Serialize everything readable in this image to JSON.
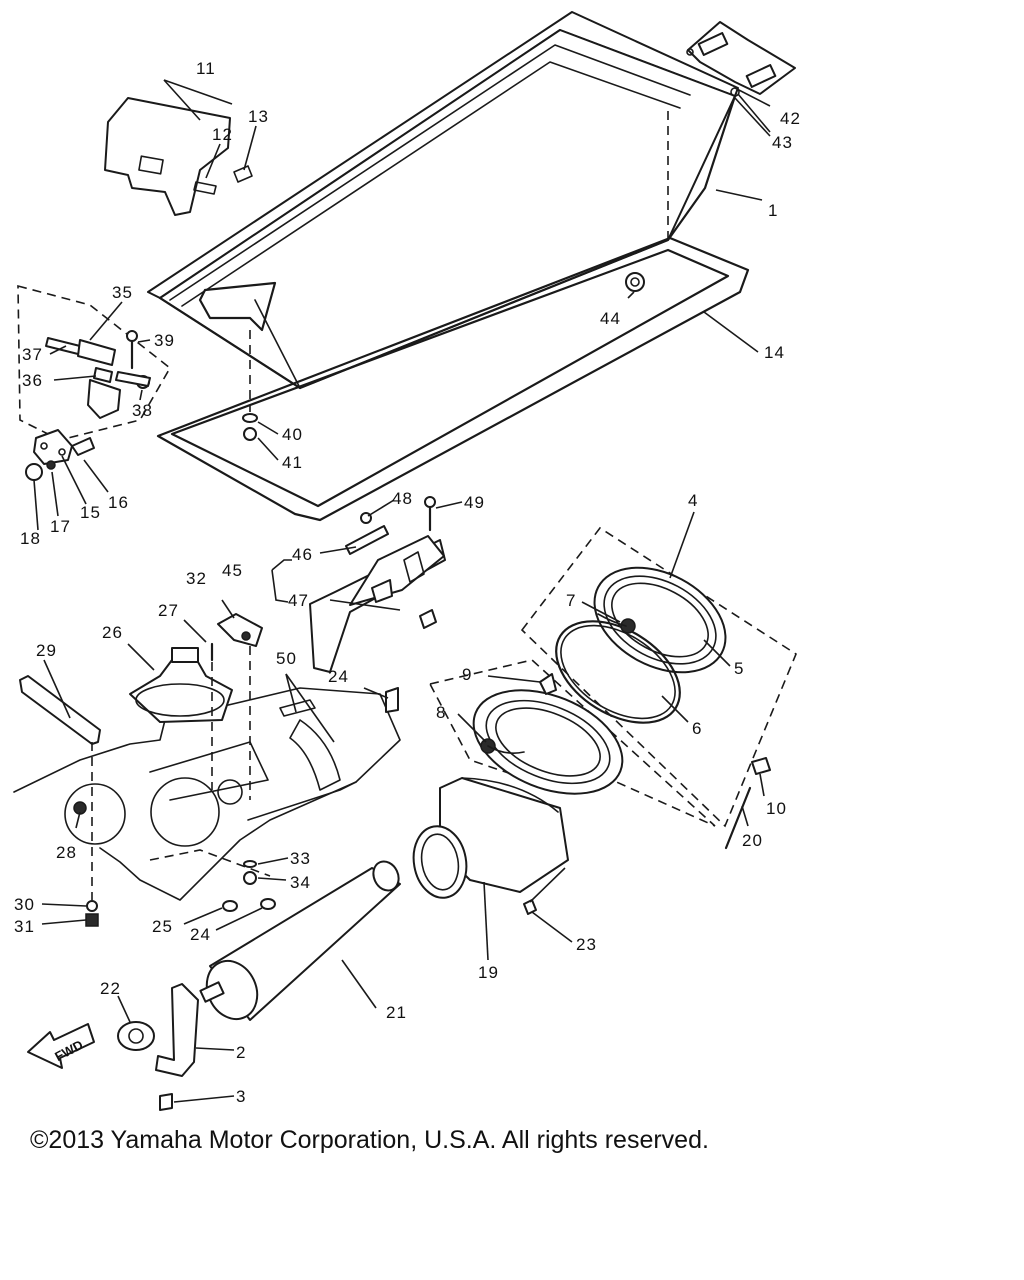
{
  "callouts": [
    "1",
    "2",
    "3",
    "4",
    "5",
    "6",
    "7",
    "8",
    "9",
    "10",
    "11",
    "12",
    "13",
    "14",
    "15",
    "16",
    "17",
    "18",
    "19",
    "20",
    "21",
    "22",
    "23",
    "24",
    "24",
    "25",
    "26",
    "27",
    "28",
    "29",
    "30",
    "31",
    "32",
    "33",
    "34",
    "35",
    "36",
    "37",
    "38",
    "39",
    "40",
    "41",
    "42",
    "43",
    "44",
    "45",
    "46",
    "47",
    "48",
    "49",
    "50"
  ],
  "direction_label": "FWD",
  "copyright": "©2013 Yamaha Motor Corporation, U.S.A. All rights reserved."
}
